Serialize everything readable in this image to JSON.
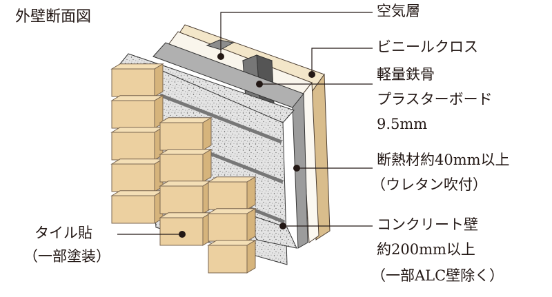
{
  "title": "外壁断面図",
  "labels": {
    "air_layer": "空気層",
    "vinyl_cloth": "ビニールクロス",
    "light_steel": "軽量鉄骨",
    "plasterboard": "プラスターボード",
    "plasterboard_thickness": "9.5mm",
    "insulation": "断熱材約40mm以上",
    "insulation_note": "（ウレタン吹付）",
    "concrete_wall": "コンクリート壁",
    "concrete_thickness": "約200mm以上",
    "concrete_note": "（一部ALC壁除く）",
    "tile": "タイル貼",
    "tile_note": "（一部塗装）"
  },
  "colors": {
    "tile": "#ecd0a0",
    "tile_edge": "#7a6650",
    "concrete": "#e4e4e4",
    "steel": "#9a9a9a",
    "board": "#f7f2e8",
    "cloth": "#dcc090",
    "ink": "#231815"
  }
}
